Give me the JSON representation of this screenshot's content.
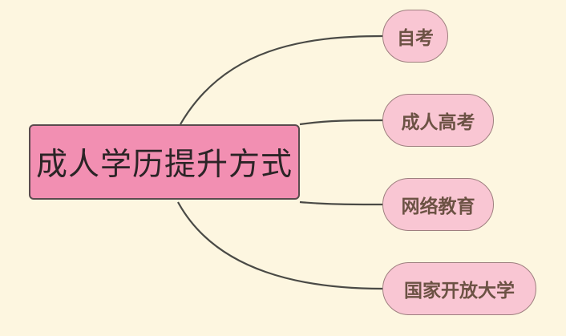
{
  "mindmap": {
    "center": {
      "label": "成人学历提升方式"
    },
    "branches": [
      {
        "label": "自考"
      },
      {
        "label": "成人高考"
      },
      {
        "label": "网络教育"
      },
      {
        "label": "国家开放大学"
      }
    ]
  },
  "colors": {
    "background": "#fdf6e0",
    "center_fill": "#f28fb2",
    "branch_fill": "#f9c6d3",
    "branch_text": "#6c5244",
    "connector": "#4a4a46"
  }
}
